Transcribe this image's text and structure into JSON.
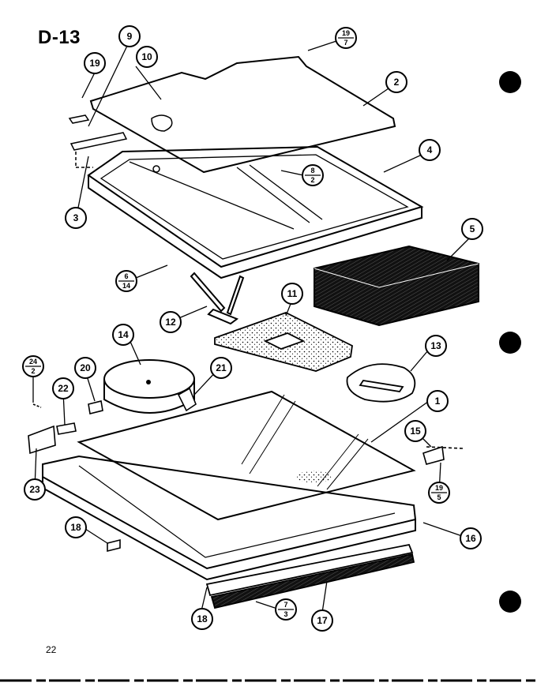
{
  "page": {
    "title": "D-13",
    "page_number": "22"
  },
  "callouts": [
    {
      "label": "1"
    },
    {
      "label": "2"
    },
    {
      "label": "3"
    },
    {
      "label": "4"
    },
    {
      "label": "5"
    },
    {
      "label": "9"
    },
    {
      "label": "10"
    },
    {
      "label": "11"
    },
    {
      "label": "12"
    },
    {
      "label": "13"
    },
    {
      "label": "14"
    },
    {
      "label": "15"
    },
    {
      "label": "16"
    },
    {
      "label": "17"
    },
    {
      "label": "18"
    },
    {
      "label": "18"
    },
    {
      "label": "19"
    },
    {
      "label": "20"
    },
    {
      "label": "21"
    },
    {
      "label": "22"
    },
    {
      "label": "23"
    }
  ],
  "fraction_callouts": [
    {
      "top": "19",
      "bottom": "7"
    },
    {
      "top": "8",
      "bottom": "2"
    },
    {
      "top": "6",
      "bottom": "14"
    },
    {
      "top": "24",
      "bottom": "2"
    },
    {
      "top": "19",
      "bottom": "5"
    },
    {
      "top": "7",
      "bottom": "3"
    }
  ]
}
